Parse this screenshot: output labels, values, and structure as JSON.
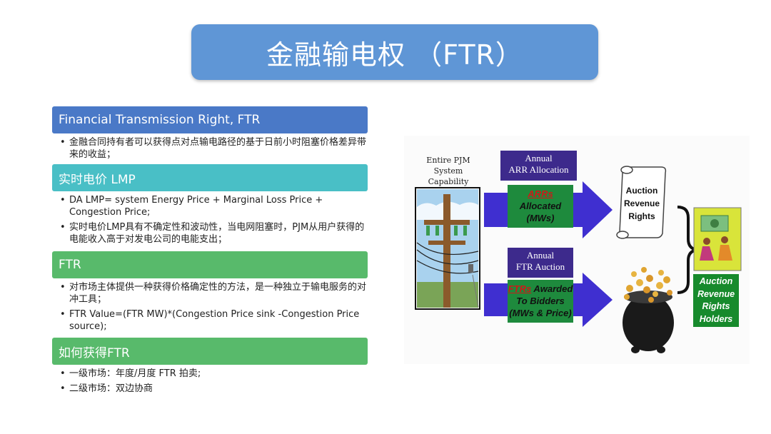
{
  "title": "金融输电权 （FTR）",
  "sections": [
    {
      "header": "Financial Transmission Right, FTR",
      "bullets": [
        "金融合同持有者可以获得点对点输电路径的基于日前小时阻塞价格差异带来的收益；"
      ]
    },
    {
      "header": "实时电价 LMP",
      "bullets": [
        "DA LMP= system Energy Price + Marginal Loss Price + Congestion Price;",
        "实时电价LMP具有不确定性和波动性，当电网阻塞时，PJM从用户获得的电能收入高于对发电公司的电能支出；"
      ]
    },
    {
      "header": "FTR",
      "bullets": [
        "对市场主体提供一种获得价格确定性的方法，是一种独立于输电服务的对冲工具；",
        "FTR Value=(FTR MW)*(Congestion Price sink -Congestion Price source);"
      ]
    },
    {
      "header": "如何获得FTR",
      "bullets": [
        "一级市场：年度/月度 FTR 拍卖;",
        "二级市场：双边协商"
      ]
    }
  ],
  "diagram": {
    "capability_label": [
      "Entire PJM",
      "System Capability"
    ],
    "arr_allocation": [
      "Annual",
      "ARR Allocation"
    ],
    "arr_box": {
      "acronym": "ARRs",
      "line2": "Allocated",
      "line3": "(MWs)"
    },
    "ftr_auction": [
      "Annual",
      "FTR Auction"
    ],
    "ftr_box": {
      "acronym": "FTRs",
      "line1_rest": " Awarded",
      "line2": "To Bidders",
      "line3": "(MWs & Price)"
    },
    "scroll_text": [
      "Auction",
      "Revenue",
      "Rights"
    ],
    "holders_text": [
      "Auction",
      "Revenue",
      "Rights",
      "Holders"
    ]
  },
  "colors": {
    "title_bg": "#5f96d6",
    "header_blue": "#4a79c7",
    "header_teal": "#49bfc6",
    "header_green": "#58ba6b",
    "purple": "#3d2a8c",
    "green": "#1e8a3d",
    "arrow": "#3f2fd0"
  },
  "icons": [
    "utility-pole-icon",
    "scroll-icon",
    "money-people-icon",
    "pot-of-gold-icon",
    "arrow-icon",
    "brace-icon"
  ]
}
